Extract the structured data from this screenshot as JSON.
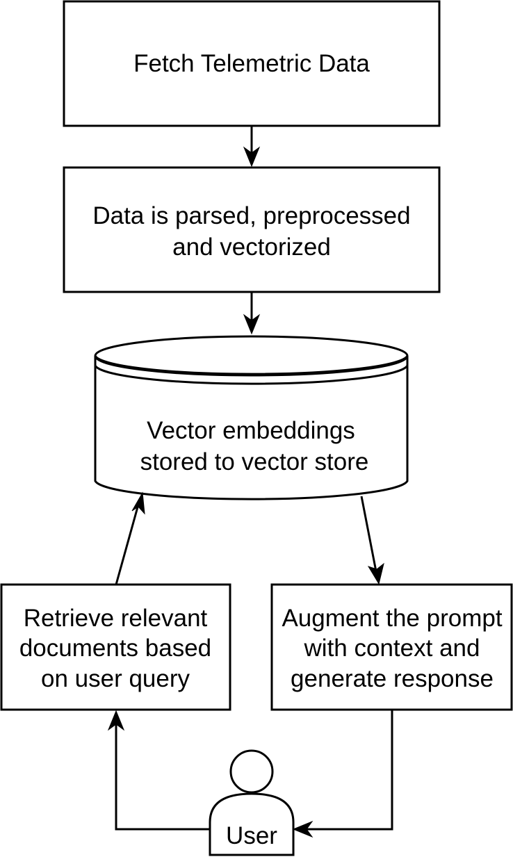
{
  "diagram": {
    "nodes": {
      "fetch": {
        "lines": [
          "Fetch Telemetric Data"
        ]
      },
      "parse": {
        "lines": [
          "Data is parsed, preprocessed",
          "and vectorized"
        ]
      },
      "store": {
        "lines": [
          "Vector embeddings",
          "stored to vector store"
        ]
      },
      "retrieve": {
        "lines": [
          "Retrieve relevant",
          "documents based",
          "on user query"
        ]
      },
      "augment": {
        "lines": [
          "Augment the prompt",
          "with context and",
          "generate response"
        ]
      },
      "user": {
        "lines": [
          "User"
        ]
      }
    },
    "edges": [
      {
        "from": "fetch",
        "to": "parse"
      },
      {
        "from": "parse",
        "to": "store"
      },
      {
        "from": "retrieve",
        "to": "store"
      },
      {
        "from": "store",
        "to": "augment"
      },
      {
        "from": "user",
        "to": "retrieve"
      },
      {
        "from": "augment",
        "to": "user"
      }
    ]
  }
}
